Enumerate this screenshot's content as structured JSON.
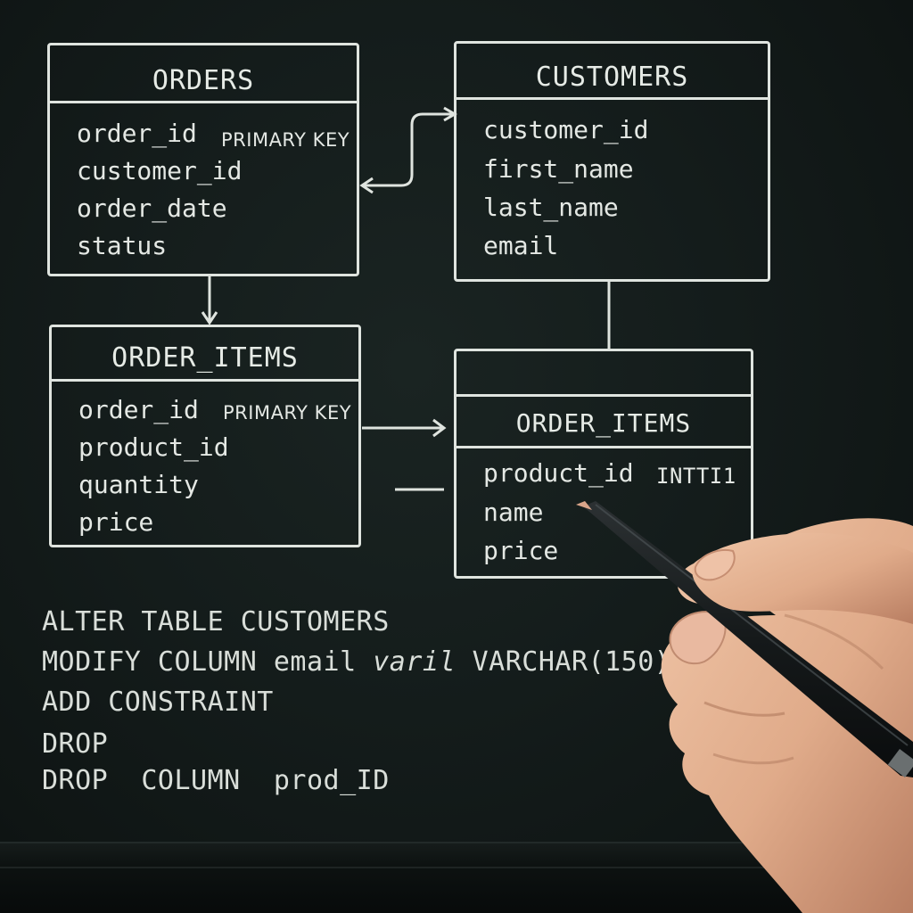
{
  "diagram": {
    "tables": {
      "orders": {
        "title": "ORDERS",
        "fields": [
          "order_id",
          "customer_id",
          "order_date",
          "status"
        ],
        "key_label": "PRIMARY KEY"
      },
      "customers": {
        "title": "CUSTOMERS",
        "fields": [
          "customer_id",
          "first_name",
          "last_name",
          "email"
        ]
      },
      "order_items_left": {
        "title": "ORDER_ITEMS",
        "fields": [
          "order_id",
          "product_id",
          "quantity",
          "price"
        ],
        "key_label": "PRIMARY KEY"
      },
      "order_items_right": {
        "title": "ORDER_ITEMS",
        "fields": [
          "product_id",
          "name",
          "price"
        ],
        "type_label": "INTTI1"
      }
    }
  },
  "sql": {
    "line1": "ALTER TABLE CUSTOMERS",
    "line2_a": "MODIFY COLUMN email",
    "line2_b": "varil",
    "line2_c": "VARCHAR(150);",
    "line3": "ADD CONSTRAINT",
    "line4": "DROP",
    "line5": "DROP  COLUMN  prod_ID"
  },
  "colors": {
    "background": "#141c1b",
    "chalk": "#e4e8e4",
    "skin": "#e3b395",
    "pen": "#15191a"
  }
}
